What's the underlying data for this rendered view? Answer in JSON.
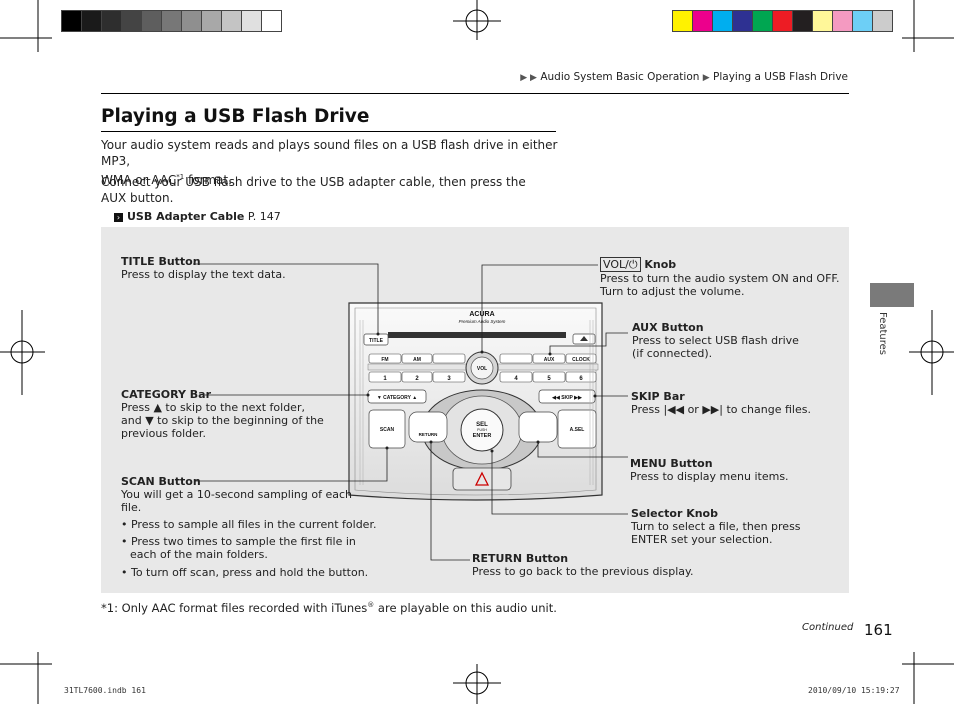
{
  "swatches_gray": [
    "#000000",
    "#1a1a1a",
    "#2e2e2e",
    "#444444",
    "#5e5e5e",
    "#777777",
    "#8f8f8f",
    "#a8a8a8",
    "#c4c4c4",
    "#e0e0e0",
    "#ffffff"
  ],
  "swatches_color": [
    "#fff200",
    "#ec008c",
    "#00aeef",
    "#2e3192",
    "#00a651",
    "#ed1c24",
    "#231f20",
    "#fff799",
    "#f49ac1",
    "#6dcff6",
    "#cccccc"
  ],
  "breadcrumb": {
    "part1": "Audio System Basic Operation",
    "part2": "Playing a USB Flash Drive"
  },
  "page_title": "Playing a USB Flash Drive",
  "intro": {
    "p1_a": "Your audio system reads and plays sound files on a USB flash drive in either MP3,",
    "p1_b": "WMA or AAC",
    "p1_sup": "*1",
    "p1_c": " format.",
    "p2": "Connect your USB flash drive to the USB adapter cable, then press the AUX button."
  },
  "xref": {
    "label": "USB Adapter Cable",
    "page": "P. 147"
  },
  "callouts": {
    "title_btn": {
      "name": "TITLE Button",
      "desc": "Press to display the text data."
    },
    "vol": {
      "box": "VOL/",
      "name": "Knob",
      "desc1": "Press to turn the audio system ON and OFF.",
      "desc2": "Turn to adjust the volume."
    },
    "aux": {
      "name": "AUX Button",
      "desc1": "Press to select USB flash drive",
      "desc2": "(if connected)."
    },
    "category": {
      "name": "CATEGORY Bar",
      "desc1": "Press ▲ to skip to the next folder,",
      "desc2": "and ▼ to skip to the beginning of the",
      "desc3": "previous folder."
    },
    "skip": {
      "name": "SKIP Bar",
      "desc": "Press |◀◀ or ▶▶| to change files."
    },
    "menu": {
      "name": "MENU Button",
      "desc": "Press to display menu items."
    },
    "scan": {
      "name": "SCAN Button",
      "desc1": "You will get a 10-second sampling of each",
      "desc2": "file.",
      "b1": "• Press to sample all files in the current folder.",
      "b2a": "• Press two times to sample the first file in",
      "b2b": "each of the main folders.",
      "b3": "• To turn off scan, press and hold the button."
    },
    "selector": {
      "name": "Selector Knob",
      "desc1": "Turn to select a file, then press",
      "desc2": "ENTER set your selection."
    },
    "return": {
      "name": "RETURN Button",
      "desc": "Press to go back to the previous display."
    }
  },
  "radio": {
    "brand": "ACURA",
    "subtitle": "Premium Audio System",
    "title_key": "TITLE",
    "fm": "FM",
    "am": "AM",
    "aux": "AUX",
    "clock": "CLOCK",
    "presets": [
      "1",
      "2",
      "3",
      "4",
      "5",
      "6"
    ],
    "vol": "VOL",
    "category": "▼ CATEGORY ▲",
    "skip": "◀◀ SKIP ▶▶",
    "scan": "SCAN",
    "return": "RETURN",
    "sel": "SEL",
    "push": "PUSH",
    "enter": "ENTER",
    "asel": "A.SEL"
  },
  "side_tab": "Features",
  "footnote": {
    "a": "*1: Only AAC format files recorded with iTunes",
    "sup": "®",
    "b": " are playable on this audio unit."
  },
  "continued": "Continued",
  "page_number": "161",
  "print_left": "31TL7600.indb   161",
  "print_right": "2010/09/10   15:19:27"
}
